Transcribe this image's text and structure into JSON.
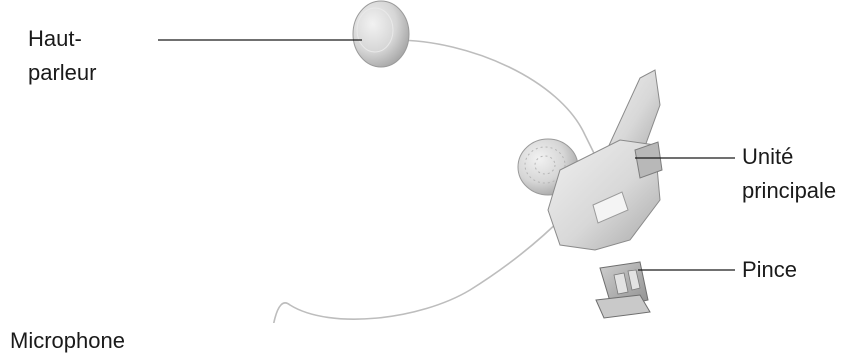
{
  "labels": {
    "speaker": {
      "line1": "Haut-",
      "line2": "parleur"
    },
    "main_unit": {
      "line1": "Unité",
      "line2": "principale"
    },
    "microphone": "Microphone",
    "clip": "Pince"
  },
  "colors": {
    "text": "#1a1a1a",
    "leader_line": "#1a1a1a",
    "body_light": "#e6e6e6",
    "body_mid": "#cfcfcf",
    "body_dark": "#9a9a9a",
    "cable": "#bdbdbd"
  }
}
